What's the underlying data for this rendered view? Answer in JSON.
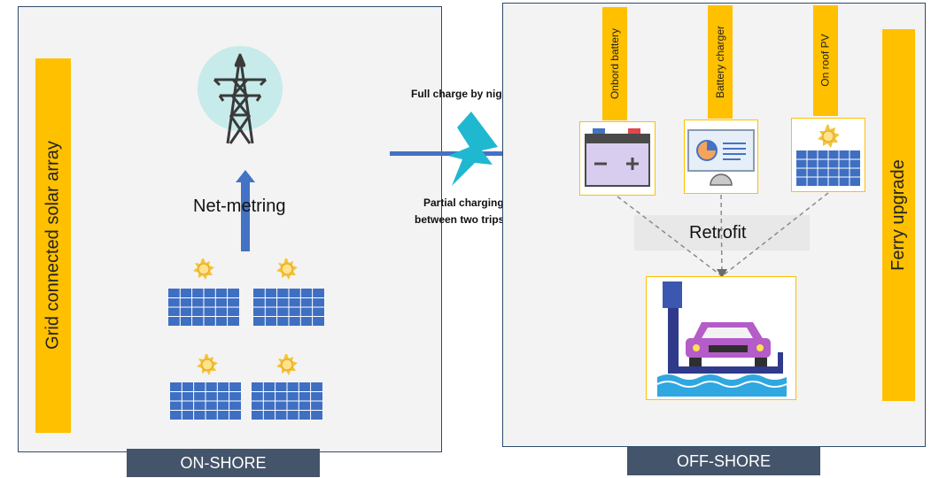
{
  "onshore": {
    "side_label": "Grid connected solar array",
    "net_metering": "Net-metring",
    "footer": "ON-SHORE"
  },
  "offshore": {
    "component_labels": [
      "Onbord battery",
      "Battery charger",
      "On roof PV"
    ],
    "side_label": "Ferry upgrade",
    "retrofit": "Retrofit",
    "footer": "OFF-SHORE"
  },
  "connection": {
    "full_charge": "Full charge by night",
    "partial_charge_line1": "Partial charging",
    "partial_charge_line2": "between two trips"
  },
  "colors": {
    "accent": "#ffc000",
    "footer_bg": "#44546a",
    "arrow_blue": "#4472c4",
    "lightning": "#1fb8d0",
    "panel_blue": "#3f6fc2"
  },
  "icons": [
    "transmission-tower-icon",
    "solar-panel-icon",
    "battery-icon",
    "charger-monitor-icon",
    "ferry-car-icon",
    "lightning-icon"
  ]
}
